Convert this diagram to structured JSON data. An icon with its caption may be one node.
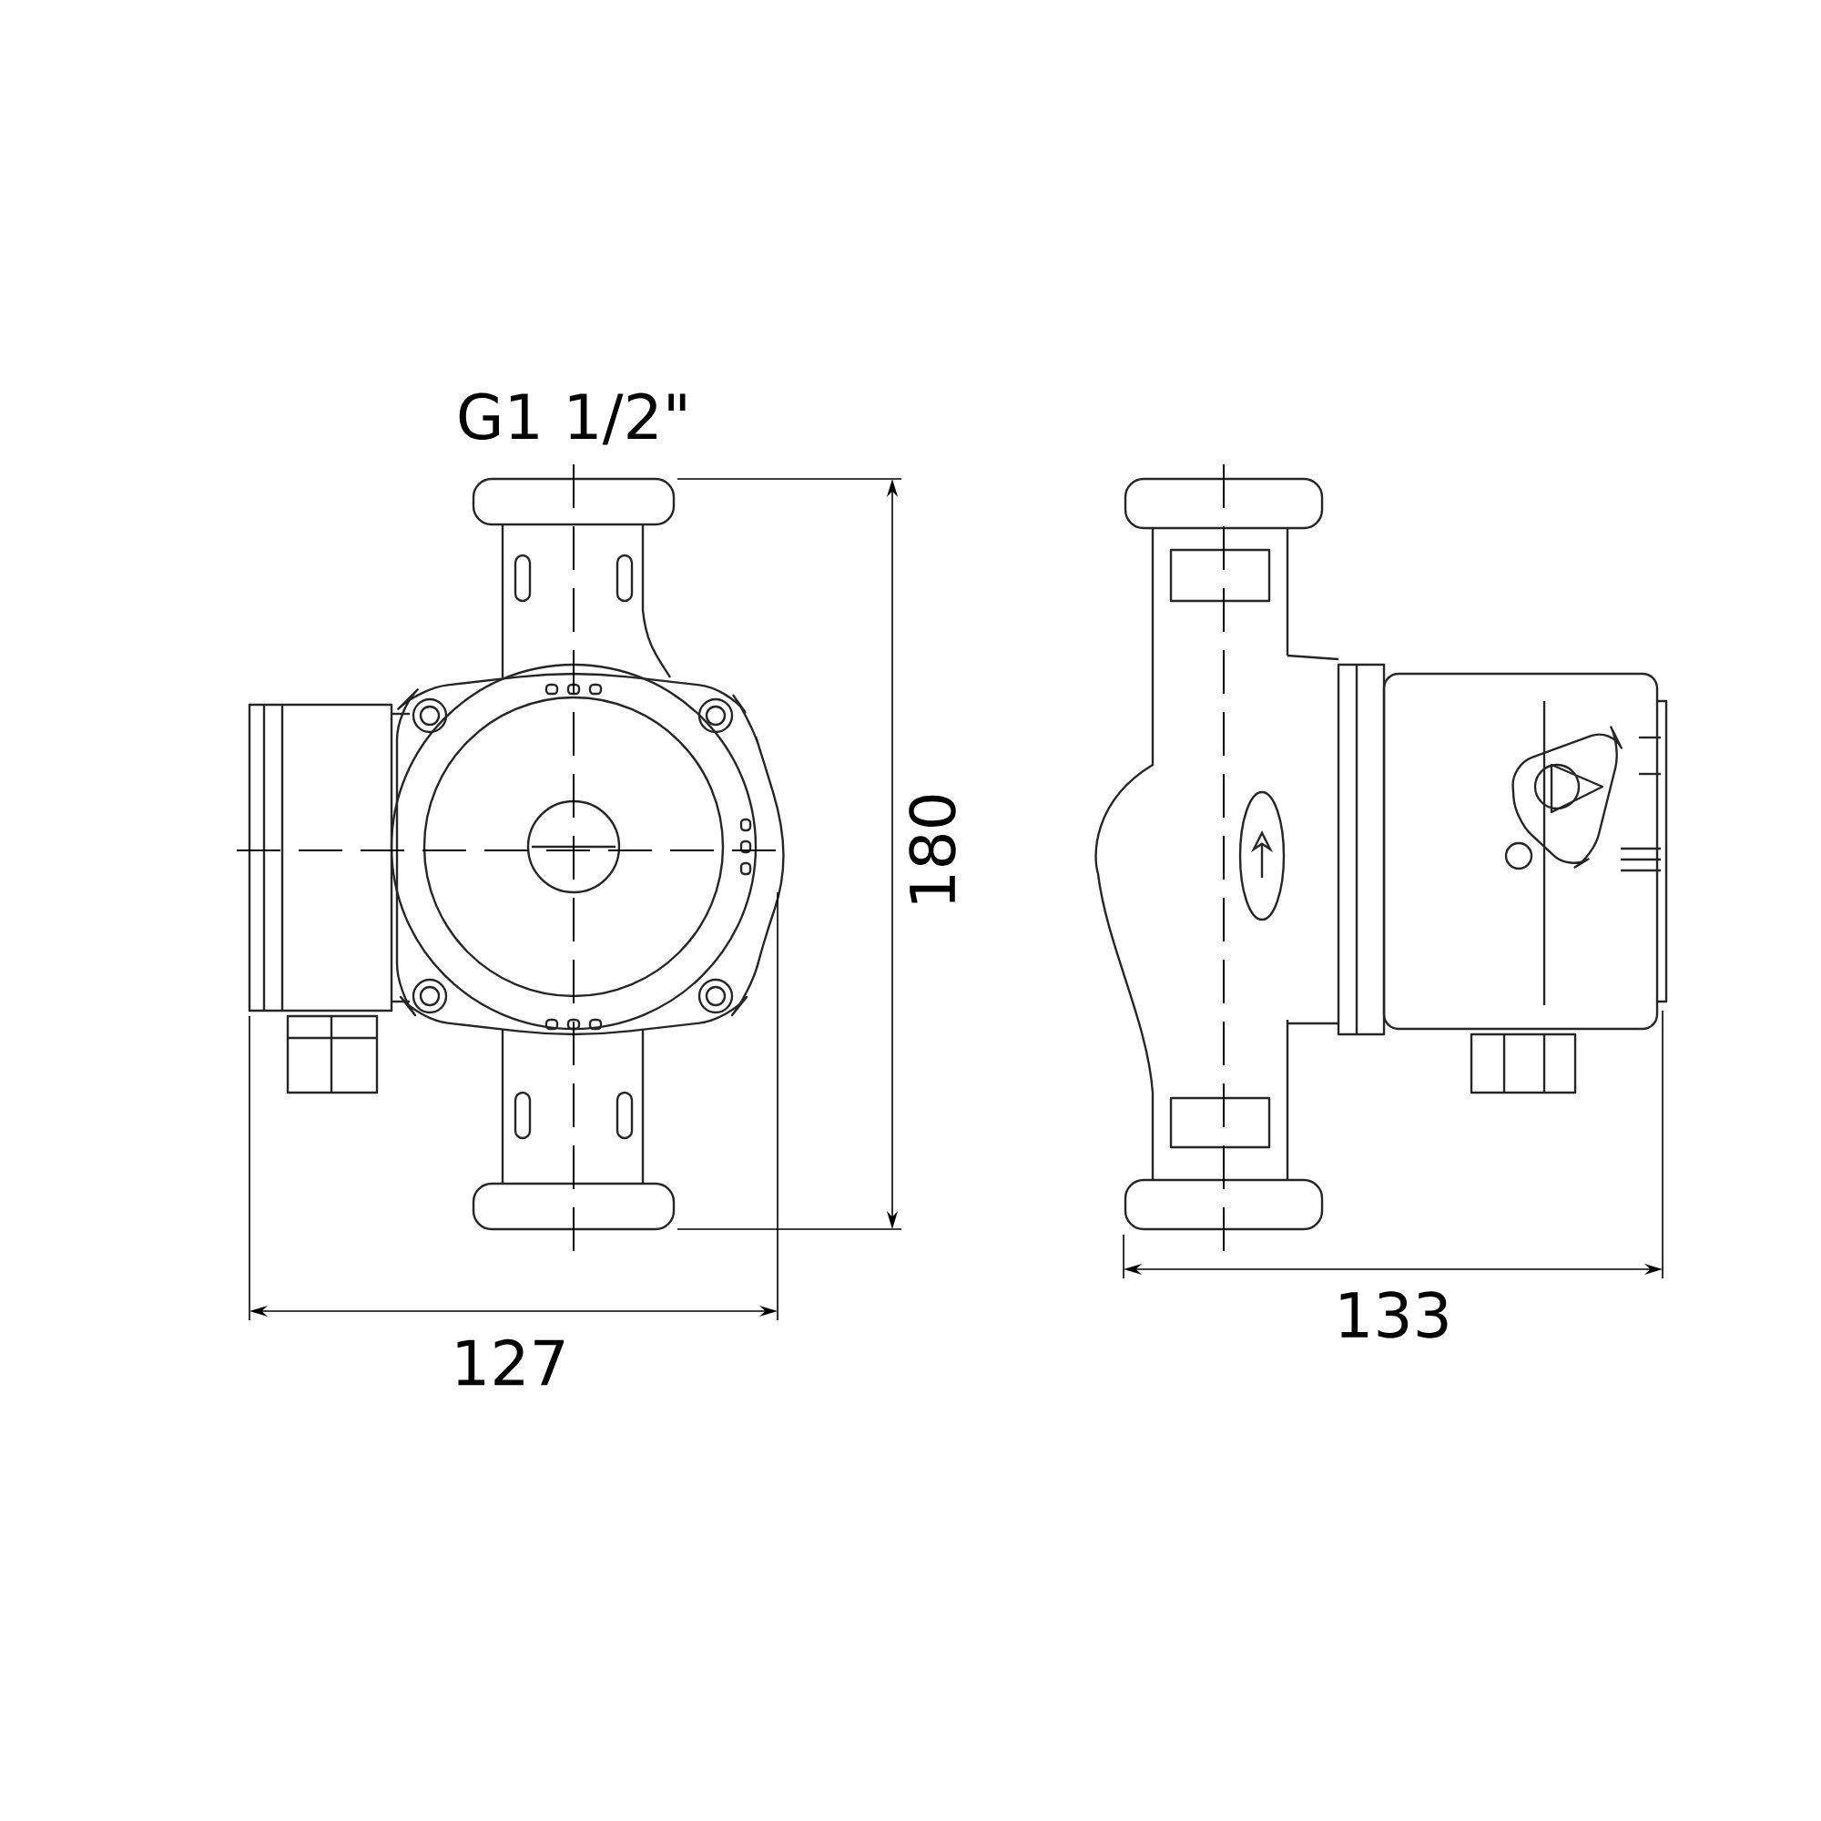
{
  "diagram": {
    "labels": [
      "G1 1/2\"",
      "180",
      "127",
      "133"
    ]
  }
}
